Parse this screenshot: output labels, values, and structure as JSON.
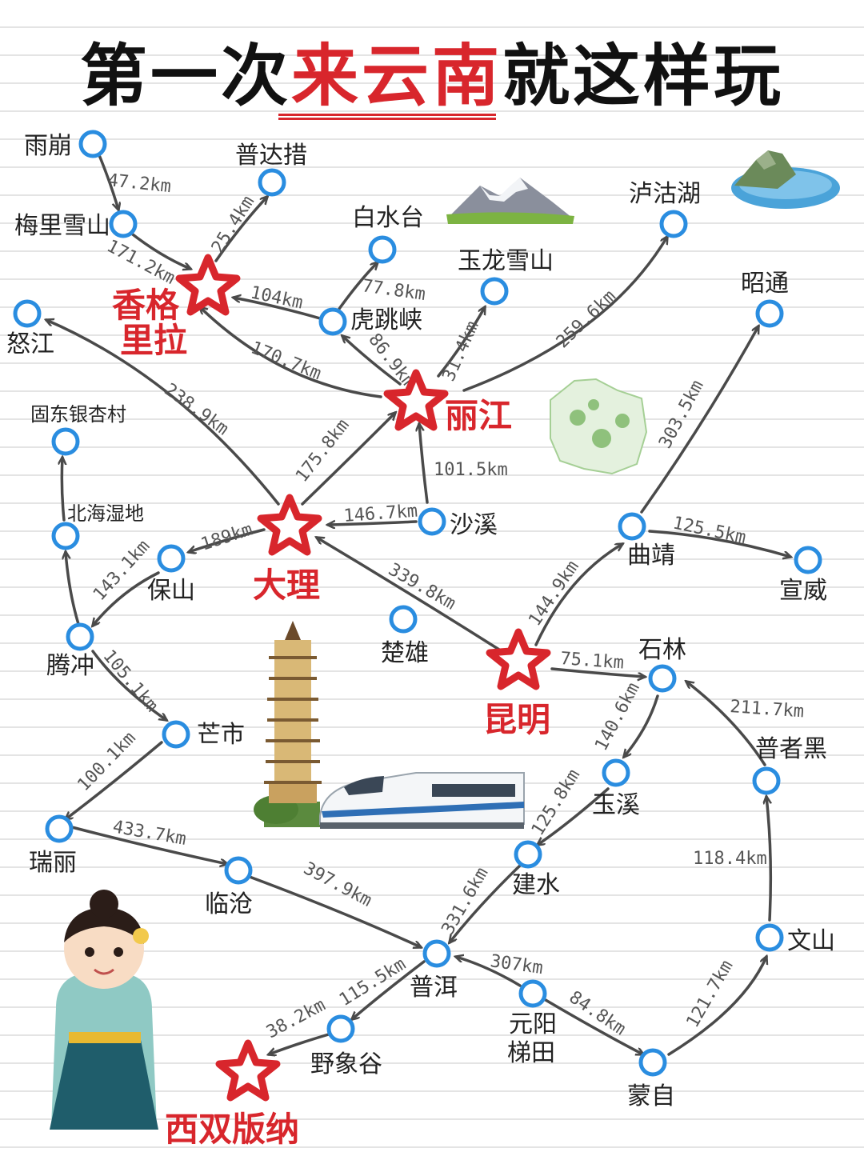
{
  "title": {
    "part1": "第一次",
    "highlight": "来云南",
    "part2": "就这样玩"
  },
  "colors": {
    "accent": "#d8262c",
    "node": "#2a8de0",
    "arrow": "#4a4a4a"
  },
  "places": {
    "yubeng": "雨崩",
    "meili": "梅里雪山",
    "pudacuo": "普达措",
    "shangri1": "香格",
    "shangri2": "里拉",
    "baishuitai": "白水台",
    "yulong": "玉龙雪山",
    "lugu": "泸沽湖",
    "tiger": "虎跳峡",
    "zhaotong": "昭通",
    "nujiang": "怒江",
    "lijiang": "丽江",
    "gudong": "固东银杏村",
    "beihai": "北海湿地",
    "shaxi": "沙溪",
    "dali": "大理",
    "baoshan": "保山",
    "qujing": "曲靖",
    "xuanwei": "宣威",
    "chuxiong": "楚雄",
    "tengchong": "腾冲",
    "kunming": "昆明",
    "shilin": "石林",
    "mangshi": "芒市",
    "puzhehei": "普者黑",
    "yuxi": "玉溪",
    "ruili": "瑞丽",
    "lincang": "临沧",
    "jianshui": "建水",
    "wenshan": "文山",
    "puer": "普洱",
    "yuanyang1": "元阳",
    "yuanyang2": "梯田",
    "yexianggu": "野象谷",
    "mengzi": "蒙自",
    "xishuangbanna": "西双版纳"
  },
  "distances": {
    "yubeng_meili": "47.2km",
    "pudacuo_shangri": "25.4km",
    "meili_shangri": "171.2km",
    "tiger_shangri": "104km",
    "baishuitai_tiger": "77.8km",
    "tiger_lijiang": "86.9km",
    "lijiang_yulong": "31.4km",
    "lijiang_lugu": "259.6km",
    "lijiang_shangri": "170.7km",
    "dali_nujiang": "238.9km",
    "dali_lijiang": "175.8km",
    "shaxi_lijiang": "101.5km",
    "shaxi_dali": "146.7km",
    "qujing_zhaotong": "303.5km",
    "dali_baoshan": "189km",
    "baoshan_tengchong": "143.1km",
    "qujing_xuanwei": "125.5km",
    "kunming_dali": "339.8km",
    "kunming_qujing": "144.9km",
    "kunming_shilin": "75.1km",
    "tengchong_mangshi": "105.1km",
    "shilin_yuxi": "140.6km",
    "puzhehei_shilin": "211.7km",
    "mangshi_ruili": "100.1km",
    "yuxi_jianshui": "125.8km",
    "ruili_lincang": "433.7km",
    "wenshan_puzhehei": "118.4km",
    "lincang_puer": "397.9km",
    "jianshui_puer": "331.6km",
    "yuanyang_puer": "307km",
    "puer_yexianggu": "115.5km",
    "yexianggu_banna": "38.2km",
    "yuanyang_mengzi": "84.8km",
    "mengzi_wenshan": "121.7km"
  }
}
